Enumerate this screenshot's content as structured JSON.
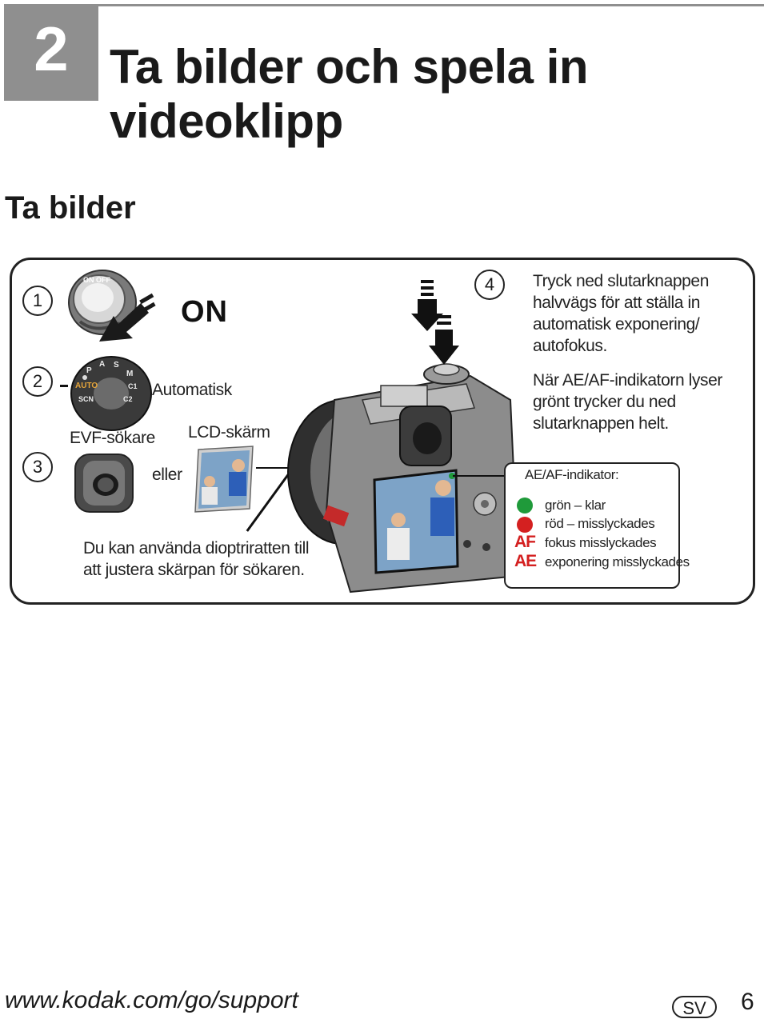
{
  "header": {
    "chapter_number": "2",
    "title_line1": "Ta bilder och spela in",
    "title_line2": "videoklipp"
  },
  "section_title": "Ta bilder",
  "steps": {
    "step1": {
      "number": "1",
      "label": "ON"
    },
    "step2": {
      "number": "2",
      "mode_label": "Automatisk",
      "evf_label": "EVF-sökare",
      "lcd_label": "LCD-skärm"
    },
    "step3": {
      "number": "3",
      "or_label": "eller",
      "diopter_note_line1": "Du kan använda dioptriratten till",
      "diopter_note_line2": "att justera skärpan för sökaren."
    },
    "step4": {
      "number": "4",
      "text_lines": [
        "Tryck ned slutarknappen",
        "halvvägs för att ställa in",
        "automatisk exponering/",
        "autofokus."
      ],
      "text2_lines": [
        "När AE/AF-indikatorn lyser",
        "grönt trycker du ned",
        "slutarknappen helt."
      ]
    }
  },
  "mode_dial": {
    "labels": [
      "AUTO",
      "P",
      "A",
      "S",
      "M",
      "C1",
      "C2",
      "SCN"
    ]
  },
  "power_switch": {
    "label": "ON OFF"
  },
  "indicator": {
    "title": "AE/AF-indikator:",
    "items": [
      {
        "symbol": "green-dot",
        "text": "grön – klar",
        "color": "#1f9a3a"
      },
      {
        "symbol": "red-dot",
        "text": "röd – misslyckades",
        "color": "#d42020"
      },
      {
        "symbol": "AF",
        "text": "fokus misslyckades",
        "color": "#d42020"
      },
      {
        "symbol": "AE",
        "text": "exponering misslyckades",
        "color": "#d42020"
      }
    ]
  },
  "footer": {
    "url": "www.kodak.com/go/support",
    "language_badge": "SV",
    "page_number": "6"
  }
}
